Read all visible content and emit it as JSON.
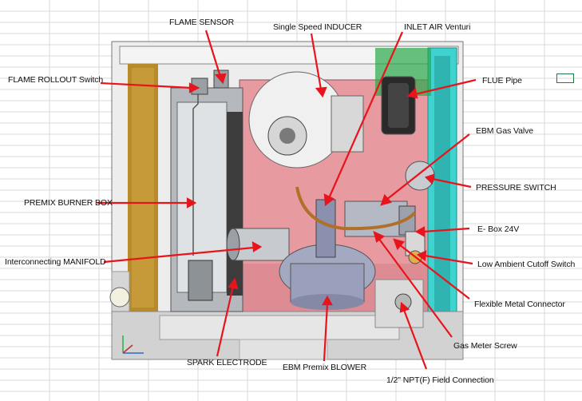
{
  "labels": {
    "flame_sensor": "FLAME SENSOR",
    "inducer": "Single Speed INDUCER",
    "inlet_air": "INLET AIR Venturi",
    "flame_rollout": "FLAME ROLLOUT Switch",
    "flue_pipe": "FLUE Pipe",
    "gas_valve": "EBM Gas Valve",
    "burner_box": "PREMIX BURNER BOX",
    "pressure_switch": "PRESSURE SWITCH",
    "e_box": "E- Box 24V",
    "manifold": "Interconnecting MANIFOLD",
    "low_ambient": "Low Ambient Cutoff Switch",
    "flex_connector": "Flexible Metal Connector",
    "gas_meter_screw": "Gas Meter Screw",
    "spark_electrode": "SPARK ELECTRODE",
    "premix_blower": "EBM Premix BLOWER",
    "field_connection": "1/2\" NPT(F) Field Connection"
  },
  "colors": {
    "arrow": "#e8141c",
    "pink_panel": "#e79aa0",
    "cyan_frame": "#3fd3d0",
    "yellow_wall": "#b88a2a",
    "sheet_metal": "#c9cdd0"
  }
}
